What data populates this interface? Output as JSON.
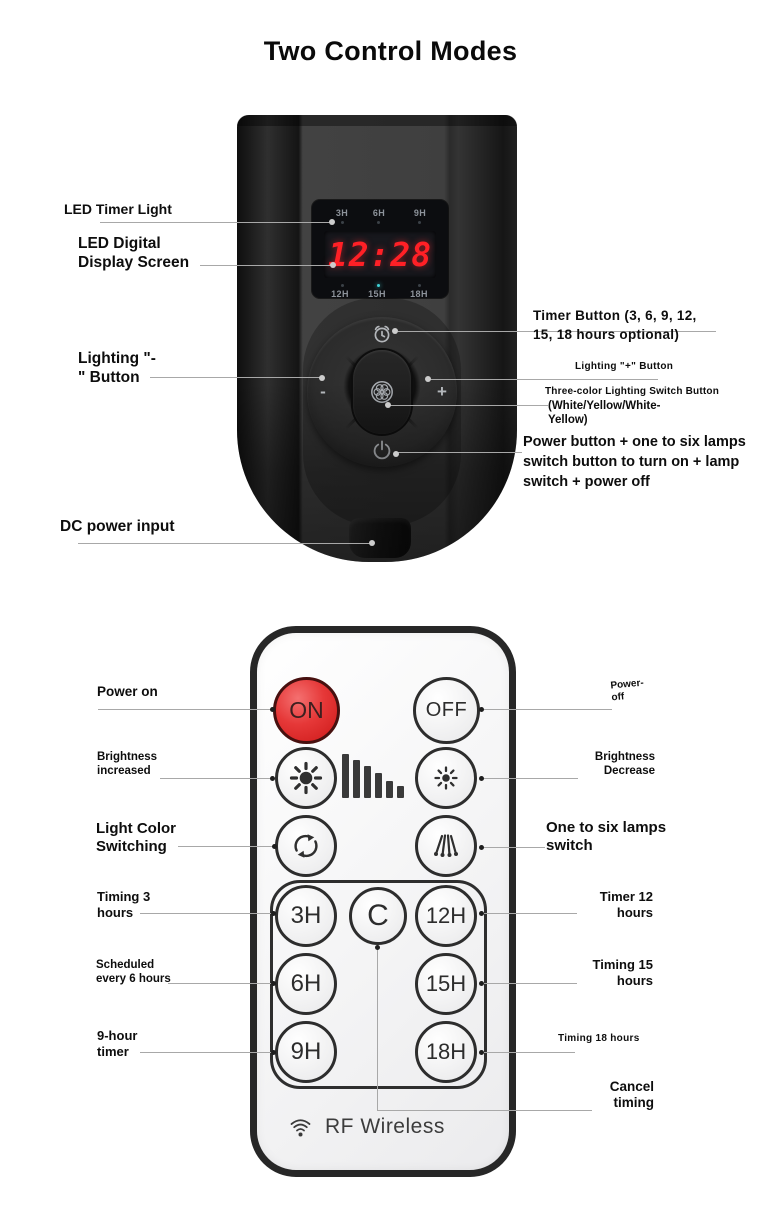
{
  "title": "Two Control Modes",
  "colors": {
    "accent_red": "#e03030",
    "display_red": "#ff2026",
    "timer_indicator_cyan": "#3fd2d6"
  },
  "icons": {
    "device": [
      "alarm-icon",
      "minus-icon",
      "plus-icon",
      "power-icon",
      "color-mode-icon"
    ],
    "remote": [
      "brightness-up-icon",
      "brightness-level-bars-icon",
      "brightness-down-icon",
      "color-cycle-icon",
      "lamp-count-icon",
      "wifi-icon"
    ]
  },
  "device": {
    "display": {
      "top_labels": [
        "3H",
        "6H",
        "9H"
      ],
      "time": "12:28",
      "bottom_labels": [
        "12H",
        "15H",
        "18H"
      ]
    },
    "pad": {
      "minus": "-",
      "plus": "+"
    },
    "callouts": {
      "led_timer_light": "LED Timer Light",
      "led_display": "LED Digital\nDisplay Screen",
      "lighting_minus": "Lighting \"-\n\" Button",
      "timer_button": "Timer Button (3, 6, 9, 12,\n15, 18 hours optional)",
      "lighting_plus": "Lighting \"+\" Button",
      "three_color_title": "Three-color Lighting Switch Button",
      "three_color_sub": "(White/Yellow/White-\nYellow)",
      "power_combo": "Power button + one to six lamps\nswitch button to turn on + lamp\nswitch + power off",
      "dc_power": "DC power input"
    }
  },
  "remote": {
    "buttons": {
      "on": "ON",
      "off": "OFF",
      "h3": "3H",
      "c": "C",
      "h12": "12H",
      "h6": "6H",
      "h15": "15H",
      "h9": "9H",
      "h18": "18H"
    },
    "rf_label": "RF Wireless",
    "callouts": {
      "power_on": "Power on",
      "brightness_increased": "Brightness\nincreased",
      "light_color": "Light Color\nSwitching",
      "timing_3": "Timing 3\nhours",
      "scheduled_6": "Scheduled\nevery 6 hours",
      "nine_hour": "9-hour\ntimer",
      "power_off": "Power-\noff",
      "brightness_decrease": "Brightness\nDecrease",
      "one_to_six": "One to six lamps\nswitch",
      "timer_12": "Timer 12\nhours",
      "timing_15": "Timing 15\nhours",
      "timing_18": "Timing 18 hours",
      "cancel_timing": "Cancel\ntiming"
    }
  }
}
